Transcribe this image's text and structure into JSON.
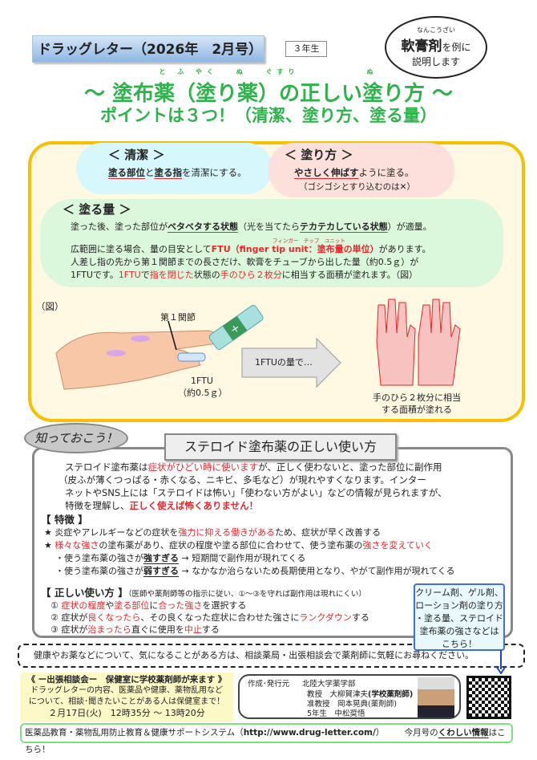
{
  "header": {
    "title": "ドラッグレター（2026年　2月号）",
    "grade": "３年生"
  },
  "bubble": {
    "ruby": "なんこうざい",
    "word": "軟膏剤",
    "rest": "を例に",
    "line2": "説明します"
  },
  "title": {
    "ruby": "と ふ やく　 ぬ　 ぐすり　　　　　　ぬ",
    "main": "～ 塗布薬（塗り薬）の正しい塗り方 ～",
    "sub": "ポイントは３つ！（清潔、塗り方、塗る量）"
  },
  "cleanliness": {
    "heading": "＜ 清潔 ＞",
    "u1": "塗る部位",
    "mid": "と",
    "u2": "塗る指",
    "end": "を清潔にする。"
  },
  "method": {
    "heading": "＜ 塗り方 ＞",
    "u1": "やさしく伸ばす",
    "end": "ように塗る。",
    "note": "（ゴシゴシとすり込むのは✕）"
  },
  "amount": {
    "heading": "＜ 塗る量 ＞",
    "p1a": "塗った後、塗った部位が",
    "p1u1": "ベタベタする状態",
    "p1b": "（光を当てたら",
    "p1u2": "テカテカしている状態",
    "p1c": "）が適量。",
    "ruby": "フィンガー　チップ　ユニット",
    "p2a": "広範囲に塗る場合、量の目安として",
    "p2red": "FTU（finger tip unit：塗布量の単位）",
    "p2b": "があります。",
    "p3": "人差し指の先から第１関節までの長さだけ、軟膏をチューブから出した量（約0.5ｇ）が",
    "p4a": "1FTUです。",
    "p4r1": "1FTU",
    "p4b": "で",
    "p4r2": "指を閉じた",
    "p4c": "状態の",
    "p4r3": "手のひら２枚分",
    "p4d": "に相当する面積が塗れます。（図）"
  },
  "figure": {
    "label": "（図）",
    "joint": "第１関節",
    "ftu": "1FTU",
    "weight": "（約0.5ｇ）",
    "arrow": "1FTUの量で…",
    "hands1": "手のひら２枚分に相当",
    "hands2": "する面積が塗れる"
  },
  "steroid": {
    "callout": "知っておこう！",
    "title": "ステロイド塗布薬の正しい使い方",
    "i1a": "ステロイド塗布薬は",
    "i1r": "症状がひどい時に使います",
    "i1b": "が、正しく使わないと、塗った部位に副作用",
    "i2": "（皮ふが薄くつっぱる・赤くなる、ニキビ、多毛など）が現れやすくなります。インター",
    "i3": "ネットやSNS上には「ステロイドは怖い」「使わない方がよい」などの情報が見られますが、",
    "i4a": "特徴を理解し、",
    "i4r": "正しく使えば怖くありません！",
    "feat_head": "【 特徴 】",
    "f1a": "★ 炎症やアレルギーなどの症状を",
    "f1r": "強力に抑える働きがある",
    "f1b": "ため、症状が早く改善する",
    "f2a": "★ ",
    "f2r1": "様々な強さ",
    "f2b": "の塗布薬があり、症状の程度や塗る部位に合わせて、使う塗布薬の",
    "f2r2": "強さを変えていく",
    "f3a": "・使う塗布薬の強さが",
    "f3u": "強すぎる",
    "f3b": " → 短期間で副作用が現れてくる",
    "f4a": "・使う塗布薬の強さが",
    "f4u": "弱すぎる",
    "f4b": " → なかなか治らないため長期使用となり、やがて副作用が現れてくる",
    "use_head": "【 正しい使い方 】",
    "use_note": "（医師や薬剤師等の指示に従い、①～③を守れば副作用は現れにくい）",
    "u1a": "① ",
    "u1r1": "症状の程度",
    "u1b": "や",
    "u1r2": "塗る部位",
    "u1c": "に",
    "u1r3": "合った強さ",
    "u1d": "を選択する",
    "u2a": "② 症状が",
    "u2r1": "良くなったら",
    "u2b": "、その良くなった症状に合わせた強さに",
    "u2r2": "ランクダウン",
    "u2c": "する",
    "u3a": "③ 症状が",
    "u3r1": "治まったら",
    "u3b": "直ぐに使用を",
    "u3r2": "中止",
    "u3c": "する"
  },
  "scroll": {
    "l1": "クリーム剤、ゲル剤、",
    "l2": "ローション剤の塗り方",
    "l3": "・塗る量、ステロイド",
    "l4": "塗布薬の強さなどは",
    "l5": "こちら！"
  },
  "notice": "健康やお薬などについて、気になることがある方は、相談薬局・出張相談会で薬剤師に気軽にお尋ねください。",
  "consult": {
    "title": "《 ー出張相談会ー　保健室に学校薬剤師が来ます 》",
    "l1": "ドラッグレターの内容、医薬品や健康、薬物乱用など",
    "l2": "について、相談･聞きたいことがある人は保健室まで！",
    "date": "２月17日(火)　12時35分 ～ 13時20分"
  },
  "author": {
    "label": "作成･発行元",
    "org": "北陸大学薬学部",
    "a1a": "教授　大柳賀津夫",
    "a1b": "(学校薬剤師)",
    "a2": "准教授　岡本晃典(薬剤師)",
    "a3": "5年生　中松奨悟"
  },
  "footer": {
    "text": "医薬品教育・薬物乱用防止教育＆健康サポートシステム（",
    "url": "http://www.drug-letter.com/",
    "close": "）",
    "more_pre": "今月号の",
    "more_link": "くわしい情報",
    "more_post": "はこちら！"
  },
  "colors": {
    "green": "#2db34a",
    "red": "#e8262a",
    "yellow": "#f5c000"
  }
}
